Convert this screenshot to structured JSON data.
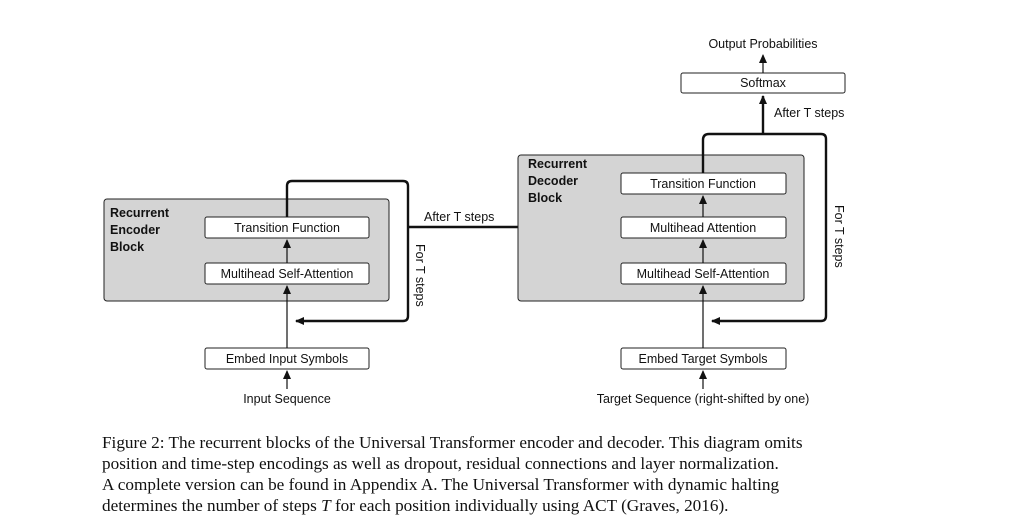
{
  "diagram": {
    "encoder": {
      "block_label": [
        "Recurrent",
        "Encoder",
        "Block"
      ],
      "transition": "Transition Function",
      "attention": "Multihead Self-Attention",
      "embed": "Embed Input Symbols",
      "input": "Input Sequence",
      "loop_label": "For T steps"
    },
    "decoder": {
      "block_label": [
        "Recurrent",
        "Decoder",
        "Block"
      ],
      "transition": "Transition Function",
      "cross_attention": "Multihead Attention",
      "self_attention": "Multihead Self-Attention",
      "embed": "Embed Target Symbols",
      "input": "Target Sequence (right-shifted by one)",
      "loop_label": "For T steps",
      "softmax": "Softmax",
      "output": "Output Probabilities",
      "after_steps": "After T steps"
    },
    "encoder_to_decoder_label": "After T steps"
  },
  "caption": {
    "line1": "Figure 2: The recurrent blocks of the Universal Transformer encoder and decoder. This diagram omits",
    "line2": "position and time-step encodings as well as dropout, residual connections and layer normalization.",
    "line3": "A complete version can be found in Appendix A. The Universal Transformer with dynamic halting",
    "line4_pre": "determines the number of steps ",
    "line4_var": "T",
    "line4_post": " for each position individually using ACT (Graves, 2016)."
  }
}
